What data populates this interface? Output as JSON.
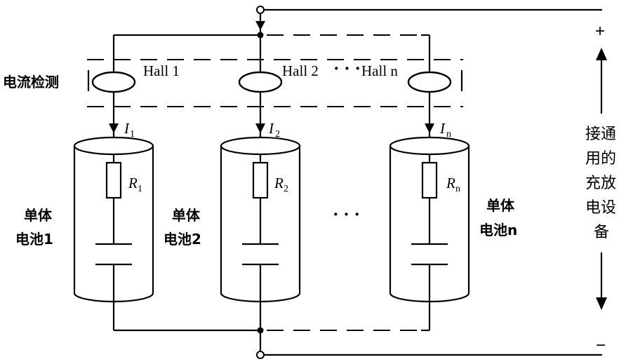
{
  "hall_sensors": [
    "Hall 1",
    "Hall 2",
    "Hall n"
  ],
  "hall_ellipsis": "· · ·",
  "detection_label": "电流检测",
  "currents": [
    {
      "symbol": "I",
      "sub": "1"
    },
    {
      "symbol": "I",
      "sub": "2"
    },
    {
      "symbol": "I",
      "sub": "n"
    }
  ],
  "resistors": [
    {
      "symbol": "R",
      "sub": "1"
    },
    {
      "symbol": "R",
      "sub": "2"
    },
    {
      "symbol": "R",
      "sub": "n"
    }
  ],
  "cells": [
    {
      "line1": "单体",
      "line2": "电池1"
    },
    {
      "line1": "单体",
      "line2": "电池2"
    },
    {
      "line1": "单体",
      "line2": "电池n"
    }
  ],
  "cell_ellipsis": "· · ·",
  "equipment_label": [
    "接通",
    "用的",
    "充放",
    "电设",
    "备"
  ],
  "plus_sign": "+",
  "minus_sign": "−"
}
